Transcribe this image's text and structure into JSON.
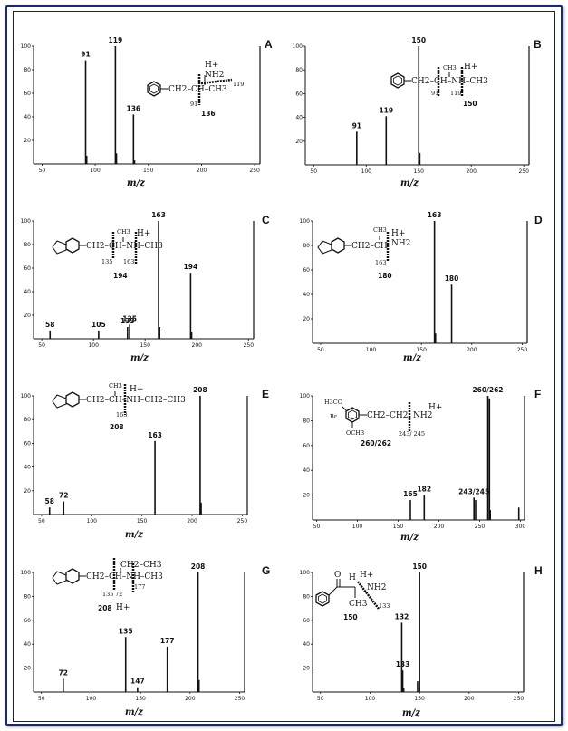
{
  "chart_data": [
    {
      "panel": "A",
      "type": "bar",
      "xlabel": "m/z",
      "xlim": [
        42,
        255
      ],
      "ylim": [
        0,
        100
      ],
      "x_ticks": [
        "50",
        "100",
        "150",
        "200",
        "250"
      ],
      "y_ticks": [
        "100",
        "80",
        "60",
        "40",
        "20"
      ],
      "peaks": [
        {
          "x": 91,
          "y": 88,
          "label": "91"
        },
        {
          "x": 92,
          "y": 7,
          "label": ""
        },
        {
          "x": 119,
          "y": 100,
          "label": "119"
        },
        {
          "x": 120,
          "y": 9,
          "label": ""
        },
        {
          "x": 136,
          "y": 42,
          "label": "136"
        },
        {
          "x": 137,
          "y": 3,
          "label": ""
        }
      ],
      "structure": {
        "charge": "H+",
        "amine": "NH2",
        "chain": "CH2–CH–CH3",
        "frag_labels": [
          "119",
          "91",
          "136"
        ]
      }
    },
    {
      "panel": "B",
      "type": "bar",
      "xlabel": "m/z",
      "xlim": [
        42,
        255
      ],
      "ylim": [
        0,
        100
      ],
      "x_ticks": [
        "50",
        "100",
        "150",
        "200",
        "250"
      ],
      "y_ticks": [
        "100",
        "80",
        "60",
        "40",
        "20"
      ],
      "peaks": [
        {
          "x": 91,
          "y": 28,
          "label": "91"
        },
        {
          "x": 119,
          "y": 41,
          "label": "119"
        },
        {
          "x": 150,
          "y": 100,
          "label": "150"
        },
        {
          "x": 151,
          "y": 10,
          "label": ""
        }
      ],
      "structure": {
        "charge": "H+",
        "methyl": "CH3",
        "chain": "CH2–CH–NH–CH3",
        "frag_labels": [
          "91",
          "119",
          "150"
        ]
      }
    },
    {
      "panel": "C",
      "type": "bar",
      "xlabel": "m/z",
      "xlim": [
        42,
        255
      ],
      "ylim": [
        0,
        100
      ],
      "x_ticks": [
        "50",
        "100",
        "150",
        "200",
        "250"
      ],
      "y_ticks": [
        "100",
        "80",
        "60",
        "40",
        "20"
      ],
      "peaks": [
        {
          "x": 58,
          "y": 7,
          "label": "58"
        },
        {
          "x": 105,
          "y": 7,
          "label": "105"
        },
        {
          "x": 133,
          "y": 10,
          "label": "133"
        },
        {
          "x": 135,
          "y": 12,
          "label": "135"
        },
        {
          "x": 163,
          "y": 100,
          "label": "163"
        },
        {
          "x": 164,
          "y": 10,
          "label": ""
        },
        {
          "x": 194,
          "y": 56,
          "label": "194"
        },
        {
          "x": 195,
          "y": 6,
          "label": ""
        }
      ],
      "structure": {
        "charge": "H+",
        "methyl": "CH3",
        "chain": "CH2–CH–NH–CH3",
        "frag_labels": [
          "135",
          "163",
          "194"
        ]
      }
    },
    {
      "panel": "D",
      "type": "bar",
      "xlabel": "m/z",
      "xlim": [
        42,
        255
      ],
      "ylim": [
        0,
        100
      ],
      "x_ticks": [
        "50",
        "100",
        "150",
        "200",
        "250"
      ],
      "y_ticks": [
        "100",
        "80",
        "60",
        "40",
        "20"
      ],
      "peaks": [
        {
          "x": 163,
          "y": 100,
          "label": "163"
        },
        {
          "x": 164,
          "y": 8,
          "label": ""
        },
        {
          "x": 180,
          "y": 48,
          "label": "180"
        }
      ],
      "structure": {
        "charge": "H+",
        "methyl": "CH3",
        "amine": "NH2",
        "chain": "CH2–CH",
        "frag_labels": [
          "163",
          "180"
        ]
      }
    },
    {
      "panel": "E",
      "type": "bar",
      "xlabel": "m/z",
      "xlim": [
        42,
        255
      ],
      "ylim": [
        0,
        100
      ],
      "x_ticks": [
        "50",
        "100",
        "150",
        "200",
        "250"
      ],
      "y_ticks": [
        "100",
        "80",
        "60",
        "40",
        "20"
      ],
      "peaks": [
        {
          "x": 58,
          "y": 6,
          "label": "58"
        },
        {
          "x": 72,
          "y": 11,
          "label": "72"
        },
        {
          "x": 163,
          "y": 62,
          "label": "163"
        },
        {
          "x": 208,
          "y": 100,
          "label": "208"
        },
        {
          "x": 209,
          "y": 10,
          "label": ""
        }
      ],
      "structure": {
        "charge": "H+",
        "methyl": "CH3",
        "chain": "CH2–CH–NH–CH2–CH3",
        "frag_labels": [
          "163",
          "208"
        ]
      }
    },
    {
      "panel": "F",
      "type": "bar",
      "xlabel": "m/z",
      "xlim": [
        45,
        305
      ],
      "ylim": [
        0,
        100
      ],
      "x_ticks": [
        "50",
        "100",
        "150",
        "200",
        "250",
        "300"
      ],
      "y_ticks": [
        "100",
        "80",
        "60",
        "40",
        "20"
      ],
      "peaks": [
        {
          "x": 165,
          "y": 16,
          "label": "165"
        },
        {
          "x": 182,
          "y": 20,
          "label": "182"
        },
        {
          "x": 243,
          "y": 18,
          "label": "243/245"
        },
        {
          "x": 245,
          "y": 16,
          "label": ""
        },
        {
          "x": 260,
          "y": 100,
          "label": "260/262"
        },
        {
          "x": 262,
          "y": 98,
          "label": ""
        },
        {
          "x": 263,
          "y": 8,
          "label": ""
        },
        {
          "x": 298,
          "y": 10,
          "label": ""
        }
      ],
      "structure": {
        "charge": "H+",
        "substituents": [
          "H3CO",
          "Br",
          "OCH3"
        ],
        "amine": "NH2",
        "chain": "CH2–CH2",
        "frag_labels": [
          "243/ 245",
          "260/262"
        ]
      }
    },
    {
      "panel": "G",
      "type": "bar",
      "xlabel": "m/z",
      "xlim": [
        42,
        255
      ],
      "ylim": [
        0,
        100
      ],
      "x_ticks": [
        "50",
        "100",
        "150",
        "200",
        "250"
      ],
      "y_ticks": [
        "100",
        "80",
        "60",
        "40",
        "20"
      ],
      "peaks": [
        {
          "x": 72,
          "y": 11,
          "label": "72"
        },
        {
          "x": 135,
          "y": 46,
          "label": "135"
        },
        {
          "x": 147,
          "y": 4,
          "label": "147"
        },
        {
          "x": 177,
          "y": 38,
          "label": "177"
        },
        {
          "x": 208,
          "y": 100,
          "label": "208"
        },
        {
          "x": 209,
          "y": 10,
          "label": ""
        }
      ],
      "structure": {
        "charge": "H+",
        "ethyl": "CH2–CH3",
        "chain": "CH2–CH–NH–CH3",
        "frag_labels": [
          "135",
          "72",
          "177",
          "208"
        ]
      }
    },
    {
      "panel": "H",
      "type": "bar",
      "xlabel": "m/z",
      "xlim": [
        42,
        255
      ],
      "ylim": [
        0,
        100
      ],
      "x_ticks": [
        "50",
        "100",
        "150",
        "200",
        "250"
      ],
      "y_ticks": [
        "100",
        "80",
        "60",
        "40",
        "20"
      ],
      "peaks": [
        {
          "x": 132,
          "y": 58,
          "label": "132"
        },
        {
          "x": 133,
          "y": 18,
          "label": "133"
        },
        {
          "x": 134,
          "y": 3,
          "label": ""
        },
        {
          "x": 148,
          "y": 9,
          "label": ""
        },
        {
          "x": 150,
          "y": 100,
          "label": "150"
        }
      ],
      "structure": {
        "carbonyl": "O",
        "h": "H",
        "charge": "H+",
        "amine": "NH2",
        "methyl": "CH3",
        "frag_labels": [
          "150",
          "133"
        ]
      }
    }
  ]
}
